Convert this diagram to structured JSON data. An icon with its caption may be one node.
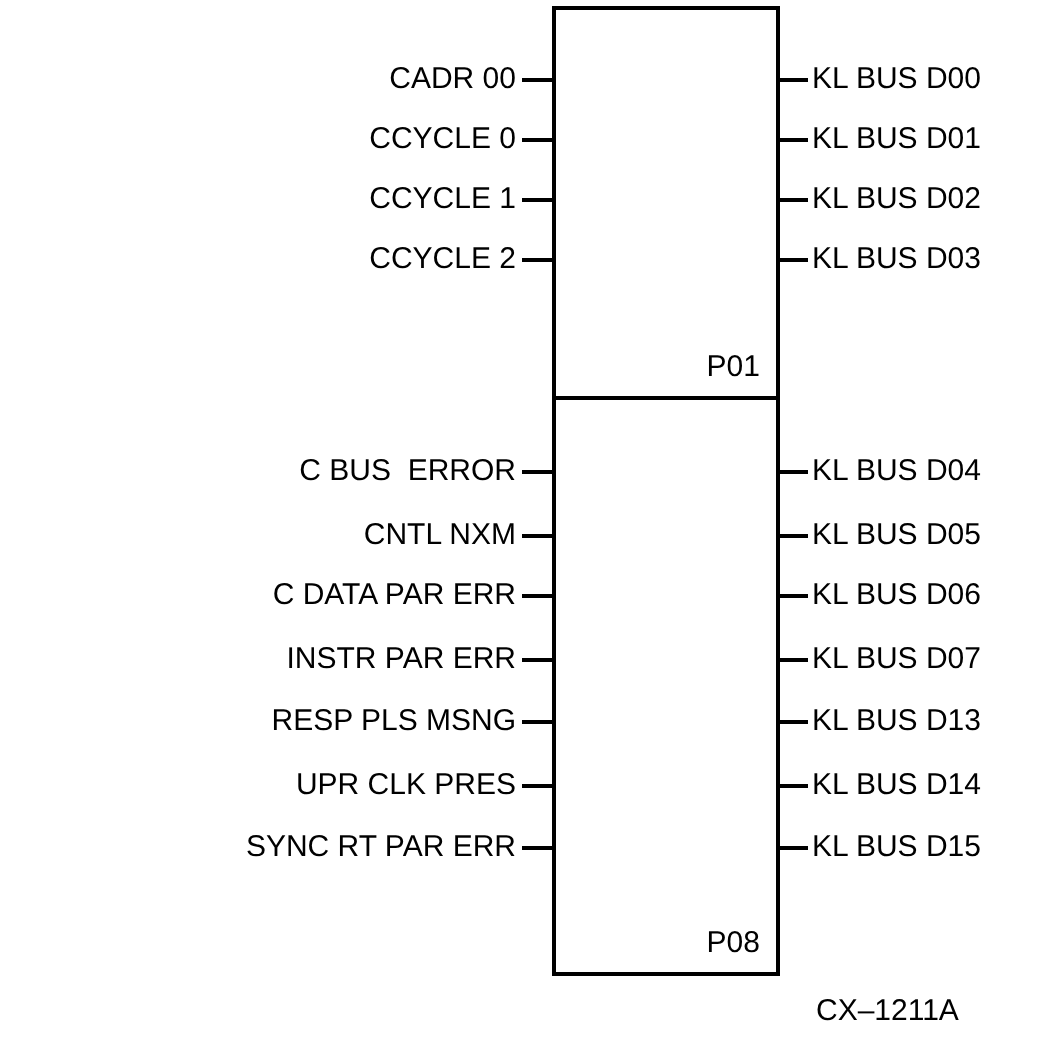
{
  "diagram": {
    "nodes": [
      {
        "text": [
          "P01"
        ]
      },
      {
        "text": [
          "P08"
        ]
      }
    ],
    "labels": [
      "CADR 00",
      "KL BUS D00",
      "CCYCLE 0",
      "KL BUS D01",
      "CCYCLE 1",
      "KL BUS D02",
      "CCYCLE 2",
      "KL BUS D03",
      "C BUS  ERROR",
      "KL BUS D04",
      "CNTL NXM",
      "KL BUS D05",
      "C DATA PAR ERR",
      "KL BUS D06",
      "INSTR PAR ERR",
      "KL BUS D07",
      "RESP PLS MSNG",
      "KL BUS D13",
      "UPR CLK PRES",
      "KL BUS D14",
      "SYNC RT PAR ERR",
      "KL BUS D15",
      "CX–1211A"
    ]
  }
}
